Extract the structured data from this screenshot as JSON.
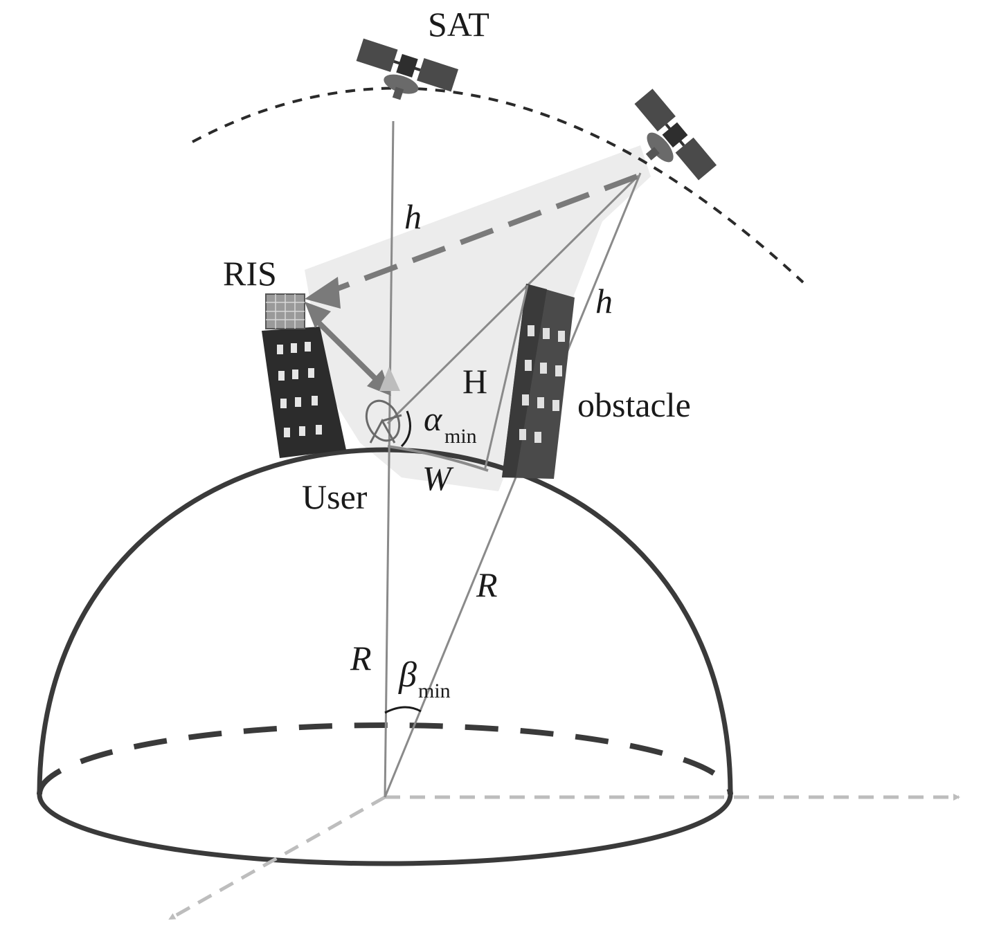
{
  "labels": {
    "sat": "SAT",
    "ris": "RIS",
    "user": "User",
    "obstacle": "obstacle",
    "h_vertical": "h",
    "h_slant": "h",
    "H": "H",
    "W": "W",
    "R_vertical": "R",
    "R_slant": "R",
    "alpha": "α",
    "alpha_sub": "min",
    "beta": "β",
    "beta_sub": "min"
  },
  "colors": {
    "line": "#8a8a8a",
    "earth_outline": "#3a3a3a",
    "beam": "#ececec",
    "building_dark": "#2c2c2c",
    "building_mid": "#5a5a5a",
    "axis": "#bdbdbd",
    "arrow": "#7a7a7a"
  }
}
